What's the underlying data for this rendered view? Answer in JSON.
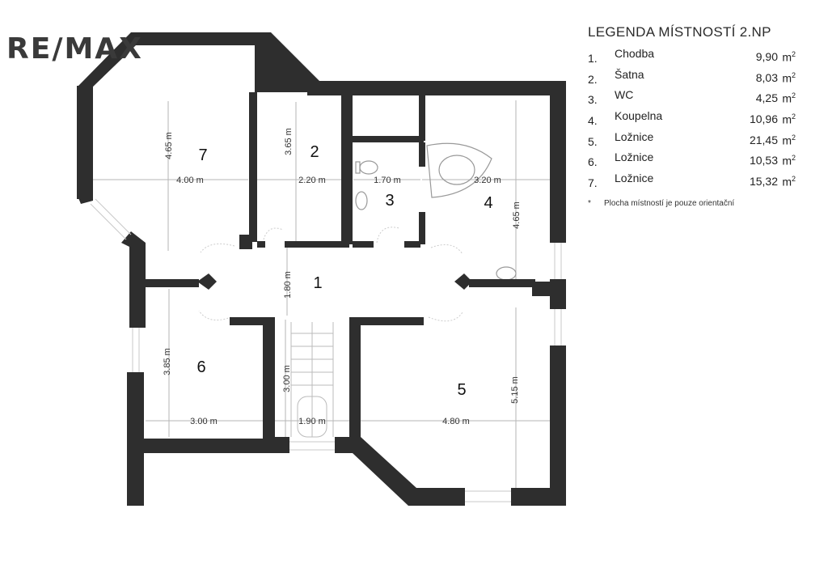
{
  "brand": {
    "logo": "RE/MAX"
  },
  "legend": {
    "title": "LEGENDA MÍSTNOSTÍ 2.NP",
    "unit": "m",
    "unit_power": "2",
    "rooms": [
      {
        "num": "1.",
        "name": "Chodba",
        "area": "9,90"
      },
      {
        "num": "2.",
        "name": "Šatna",
        "area": "8,03"
      },
      {
        "num": "3.",
        "name": "WC",
        "area": "4,25"
      },
      {
        "num": "4.",
        "name": "Koupelna",
        "area": "10,96"
      },
      {
        "num": "5.",
        "name": "Ložnice",
        "area": "21,45"
      },
      {
        "num": "6.",
        "name": "Ložnice",
        "area": "10,53"
      },
      {
        "num": "7.",
        "name": "Ložnice",
        "area": "15,32"
      }
    ],
    "note_marker": "*",
    "note": "Plocha místností je pouze orientační"
  },
  "plan": {
    "room_numbers": {
      "r1": "1",
      "r2": "2",
      "r3": "3",
      "r4": "4",
      "r5": "5",
      "r6": "6",
      "r7": "7"
    },
    "dimensions": {
      "r7_height": "4.65 m",
      "r7_width": "4.00 m",
      "r2_height": "3.65 m",
      "r2_width": "2.20 m",
      "r3_width": "1.70 m",
      "r4_width": "3.20 m",
      "r4_height": "4.65 m",
      "r1_height": "1.80 m",
      "r6_height": "3.85 m",
      "r6_width": "3.00 m",
      "stairs_height": "3.00 m",
      "stairs_width": "1.90 m",
      "r5_width": "4.80 m",
      "r5_height": "5.15 m"
    }
  },
  "colors": {
    "wall": "#2e2e2e",
    "dim_line": "#b5b5b5",
    "fixture": "#999999"
  }
}
